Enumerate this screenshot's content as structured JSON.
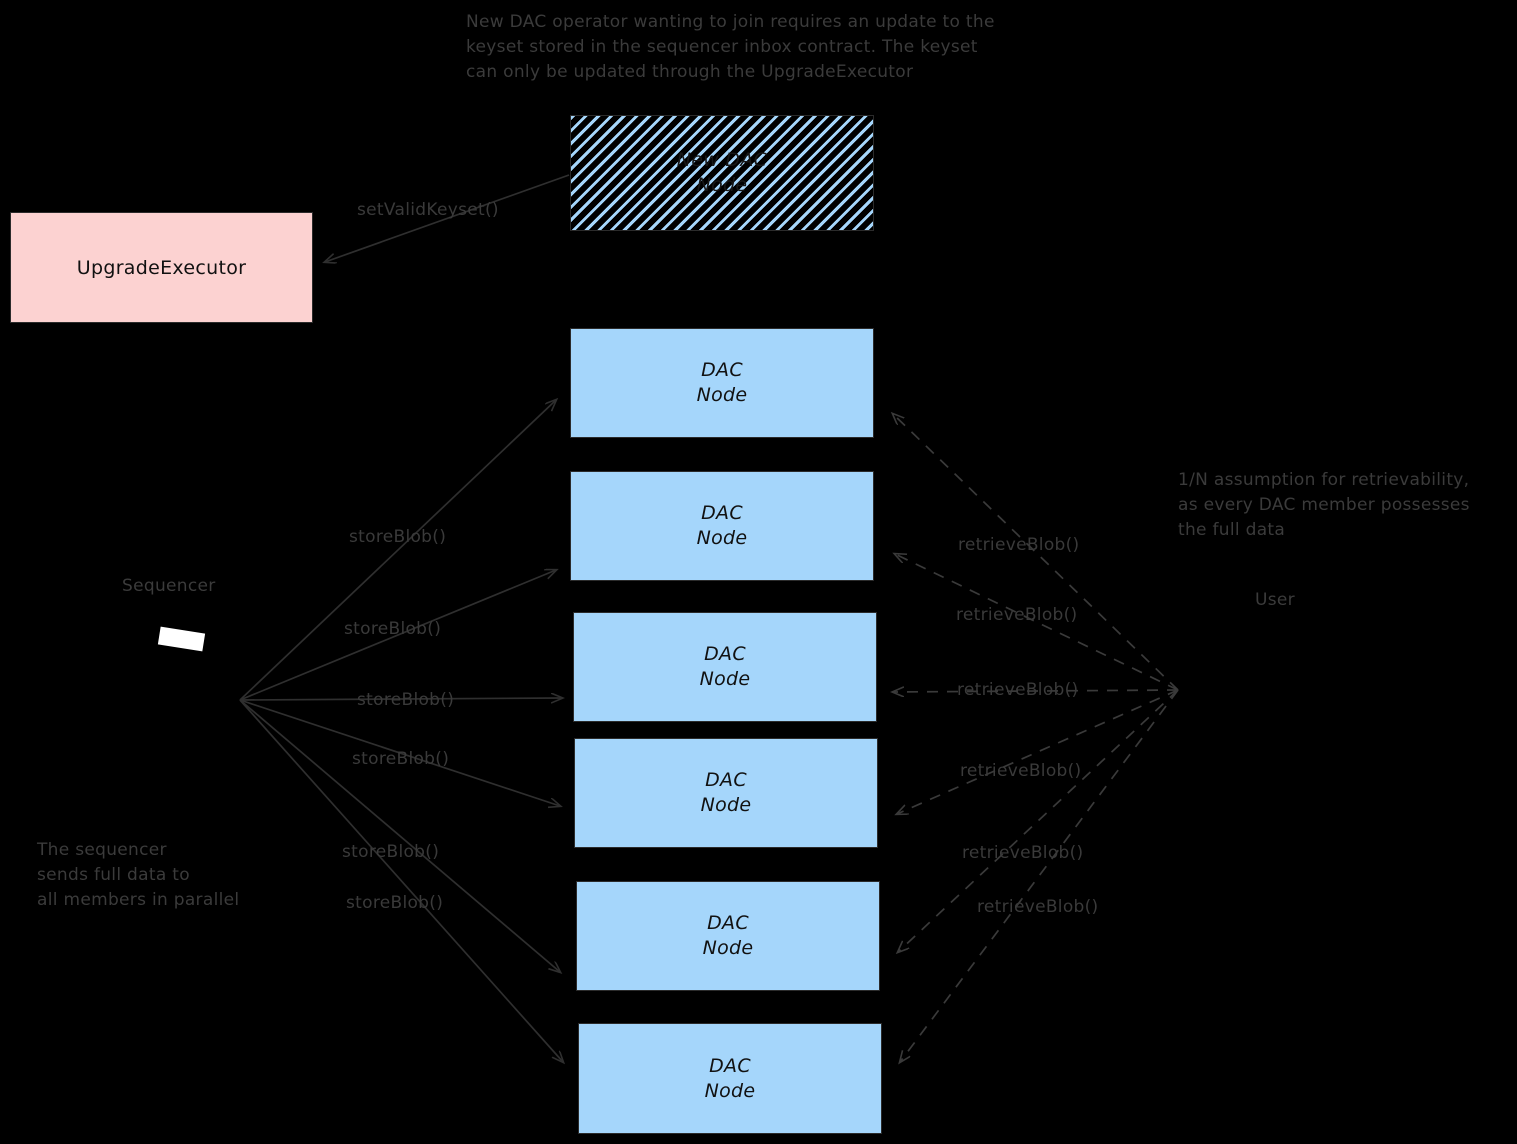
{
  "diagram": {
    "title_note": "New DAC operator wanting to join requires an update to the\nkeyset stored in the sequencer inbox contract. The keyset\ncan only be updated through the UpgradeExecutor",
    "background_color": "#000000",
    "node_fill": "#a5d6fb",
    "upgrade_fill": "#fcd2d1",
    "stroke_color": "#2b2b2b",
    "text_color": "#3a3a3a"
  },
  "notes": {
    "top": "New DAC operator wanting to join requires an update to the\nkeyset stored in the sequencer inbox contract. The keyset\ncan only be updated through the UpgradeExecutor",
    "right": "1/N assumption for retrievability,\nas every DAC member possesses\nthe full data",
    "bottom_left": "The sequencer\nsends full data to\nall members in parallel"
  },
  "actors": {
    "sequencer_label": "Sequencer",
    "user_label": "User"
  },
  "boxes": {
    "upgrade_executor": {
      "label": "UpgradeExecutor"
    },
    "new_dac_node": {
      "line1": "New DAC",
      "line2": "Node"
    },
    "dac_nodes": [
      {
        "line1": "DAC",
        "line2": "Node"
      },
      {
        "line1": "DAC",
        "line2": "Node"
      },
      {
        "line1": "DAC",
        "line2": "Node"
      },
      {
        "line1": "DAC",
        "line2": "Node"
      },
      {
        "line1": "DAC",
        "line2": "Node"
      },
      {
        "line1": "DAC",
        "line2": "Node"
      }
    ]
  },
  "edges": {
    "set_valid_keyset": "setValidKeyset()",
    "store_blob": [
      "storeBlob()",
      "storeBlob()",
      "storeBlob()",
      "storeBlob()",
      "storeBlob()",
      "storeBlob()"
    ],
    "retrieve_blob": [
      "retrieveBlob()",
      "retrieveBlob()",
      "retrieveBlob()",
      "retrieveBlob()",
      "retrieveBlob()",
      "retrieveBlob()"
    ]
  }
}
